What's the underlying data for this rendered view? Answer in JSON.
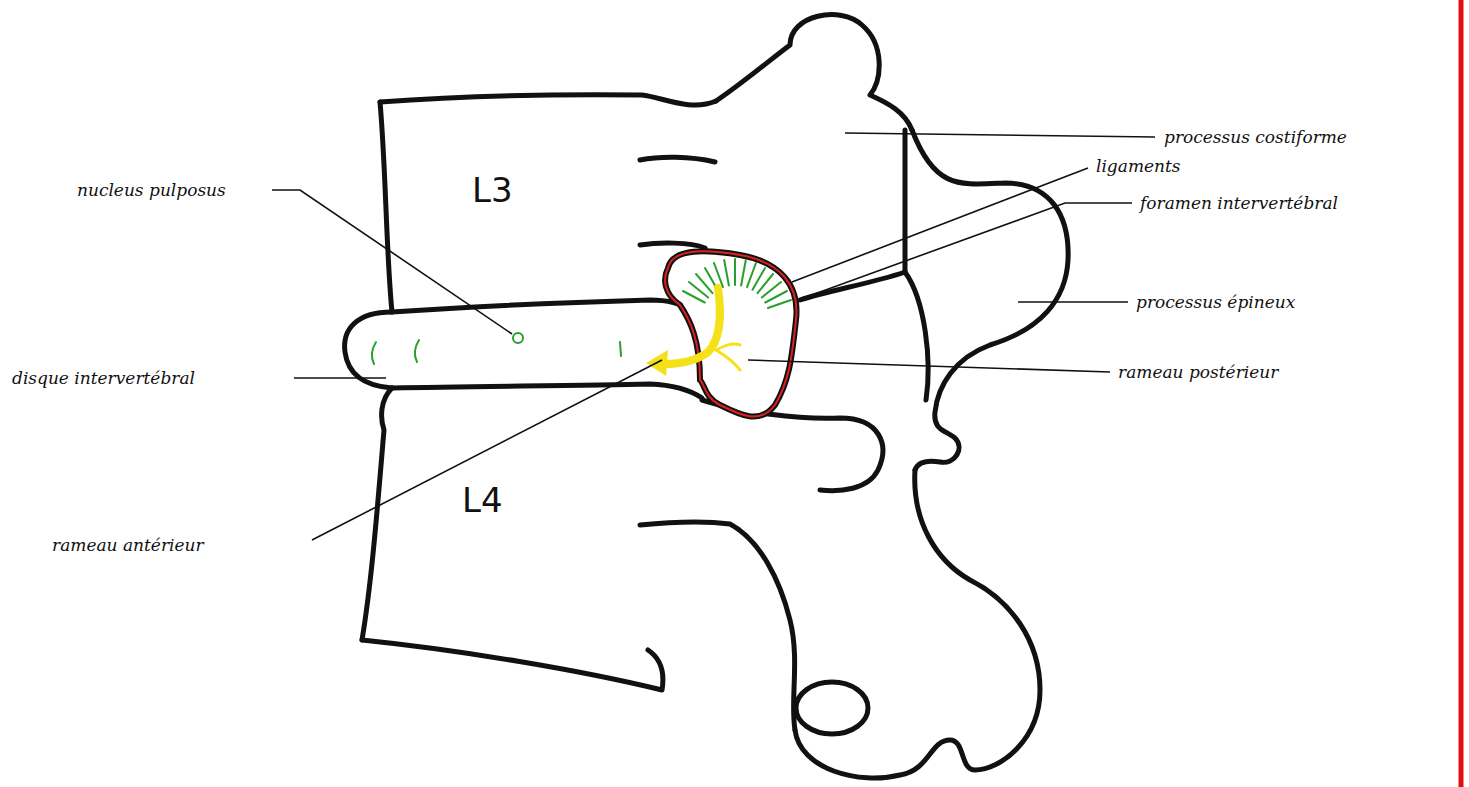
{
  "diagram": {
    "labels": [
      "nucleus pulposus",
      "L3",
      "processus costiforme",
      "ligaments",
      "foramen intervertébral",
      "processus épineux",
      "disque intervertébral",
      "rameau postérieur",
      "L4",
      "rameau antérieur"
    ]
  }
}
